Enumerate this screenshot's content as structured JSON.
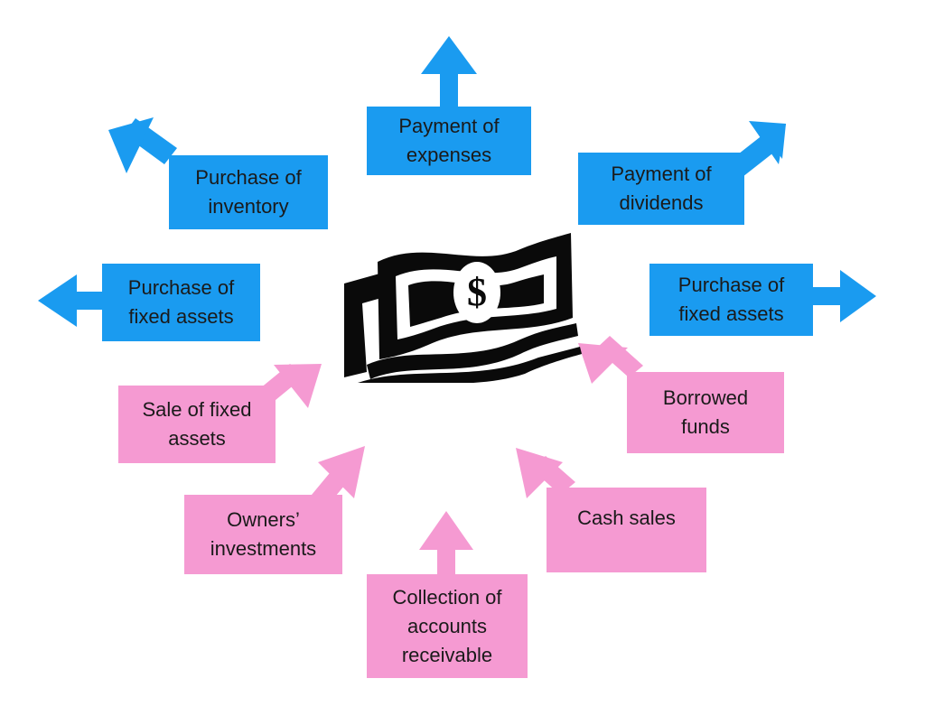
{
  "colors": {
    "outflow": "#1a9bf0",
    "inflow": "#f59ad2",
    "bill": "#0a0a0a"
  },
  "center": {
    "icon": "dollar-bill-icon",
    "symbol": "$"
  },
  "outflows": [
    {
      "id": "payment-of-expenses",
      "lines": [
        "Payment of",
        "expenses"
      ]
    },
    {
      "id": "purchase-of-inventory",
      "lines": [
        "Purchase of",
        "inventory"
      ]
    },
    {
      "id": "payment-of-dividends",
      "lines": [
        "Payment of",
        "dividends"
      ]
    },
    {
      "id": "purchase-of-fixed-assets-left",
      "lines": [
        "Purchase of",
        "fixed assets"
      ]
    },
    {
      "id": "purchase-of-fixed-assets-right",
      "lines": [
        "Purchase of",
        "fixed assets"
      ]
    }
  ],
  "inflows": [
    {
      "id": "sale-of-fixed-assets",
      "lines": [
        "Sale of fixed",
        "assets"
      ]
    },
    {
      "id": "borrowed-funds",
      "lines": [
        "Borrowed",
        "funds"
      ]
    },
    {
      "id": "owners-investments",
      "lines": [
        "Owners’",
        "investments"
      ]
    },
    {
      "id": "cash-sales",
      "lines": [
        "Cash sales"
      ]
    },
    {
      "id": "collection-of-accounts-receivable",
      "lines": [
        "Collection of",
        "accounts",
        "receivable"
      ]
    }
  ]
}
